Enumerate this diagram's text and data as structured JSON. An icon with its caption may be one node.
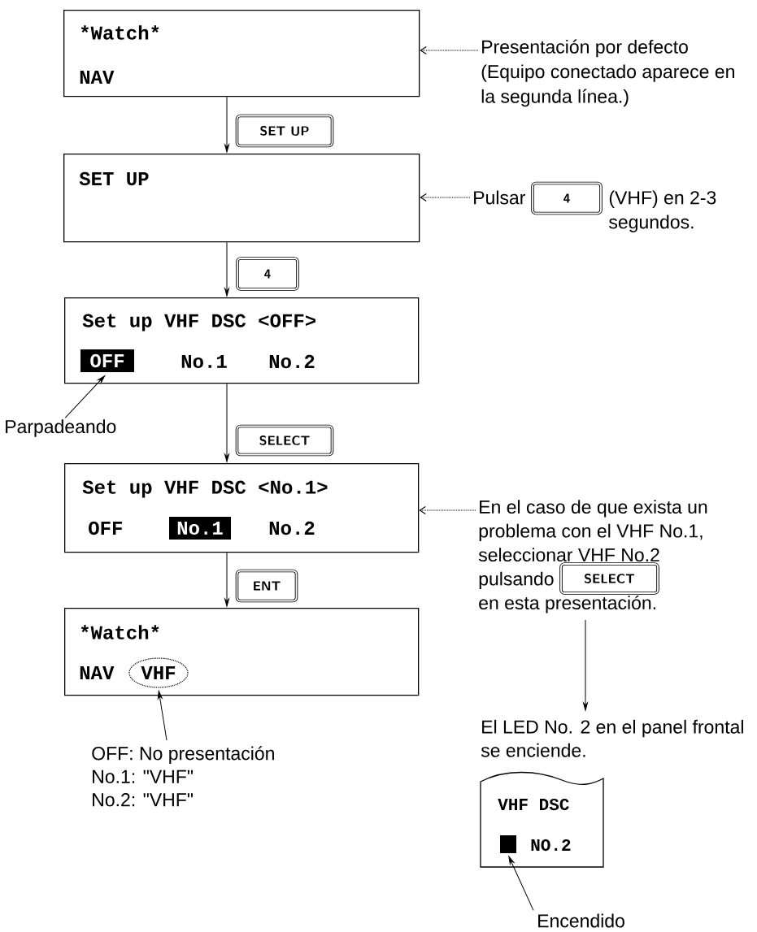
{
  "diagram": {
    "nodes": [
      {
        "text": [
          "*Watch*",
          "NAV"
        ]
      },
      {
        "text": [
          "Presentación por defecto (Equipo conectado aparece en la segunda línea.)"
        ]
      },
      {
        "text": [
          "SET UP"
        ]
      },
      {
        "text": [
          "SET UP"
        ]
      },
      {
        "text": [
          "Pulsar",
          "(VHF) en 2-3 segundos."
        ]
      },
      {
        "text": [
          "4"
        ],
        "in": 4
      },
      {
        "text": [
          "4"
        ]
      },
      {
        "text": [
          "Set up VHF DSC <OFF>",
          "No.1",
          "No.2"
        ]
      },
      {
        "text": [
          "OFF"
        ],
        "in": 7
      },
      {
        "text": [
          "Parpadeando"
        ]
      },
      {
        "text": [
          "SELECT"
        ]
      },
      {
        "text": [
          "Set up VHF DSC <No.1>",
          "OFF",
          "No.2"
        ]
      },
      {
        "text": [
          "No.1"
        ],
        "in": 11
      },
      {
        "text": [
          "En el caso de que exista un problema con el VHF No.1, seleccionar VHF No.2 pulsando",
          "en esta presentación."
        ]
      },
      {
        "text": [
          "SELECT"
        ],
        "in": 13
      },
      {
        "text": [
          "ENT"
        ]
      },
      {
        "text": [
          "*Watch*",
          "NAV"
        ]
      },
      {
        "text": [
          "VHF"
        ],
        "in": 16
      },
      {
        "text": [
          "OFF: No presentación",
          "No.1: \"VHF\"",
          "No.2: \"VHF\""
        ]
      },
      {
        "text": [
          "El LED No. 2 en el panel frontal se enciende."
        ]
      },
      {
        "text": [
          "VHF DSC",
          "NO.2"
        ]
      },
      {
        "text": [],
        "shape": "box",
        "in": 20
      },
      {
        "text": [
          "Encendido"
        ]
      }
    ],
    "edges": [
      {
        "from": 1,
        "to": 0,
        "arrow": "to",
        "style": "dashed"
      },
      {
        "from": 0,
        "to": 3,
        "arrow": "to"
      },
      {
        "from": 4,
        "to": 3,
        "arrow": "to",
        "style": "dashed"
      },
      {
        "from": 3,
        "to": 7,
        "arrow": "to"
      },
      {
        "from": 9,
        "to": 8,
        "arrow": "to"
      },
      {
        "from": 7,
        "to": 11,
        "arrow": "to"
      },
      {
        "from": 13,
        "to": 11,
        "arrow": "to",
        "style": "dashed"
      },
      {
        "from": 11,
        "to": 16,
        "arrow": "to"
      },
      {
        "from": 18,
        "to": 17,
        "arrow": "to"
      },
      {
        "from": 13,
        "to": 19,
        "arrow": "to"
      },
      {
        "from": 22,
        "to": 21,
        "arrow": "to"
      }
    ]
  }
}
